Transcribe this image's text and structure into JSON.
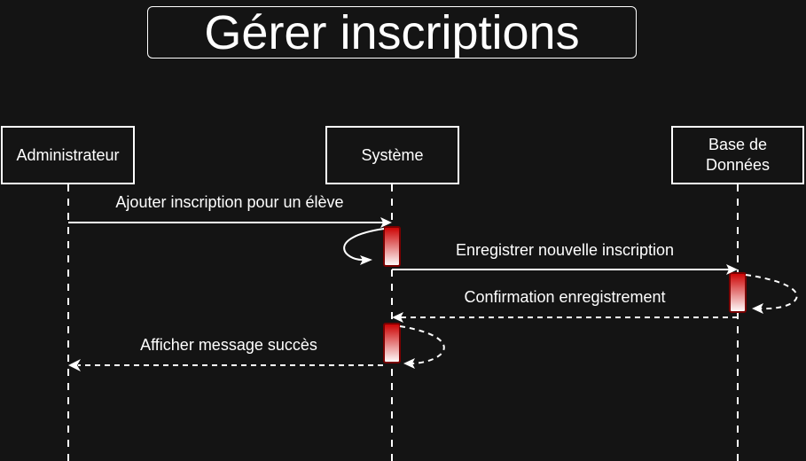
{
  "title": "Gérer inscriptions",
  "actors": {
    "admin": "Administrateur",
    "system": "Système",
    "database": "Base de Données"
  },
  "messages": [
    {
      "label": "Ajouter inscription pour un élève",
      "from": "admin",
      "to": "system",
      "style": "solid"
    },
    {
      "label": "Enregistrer nouvelle inscription",
      "from": "system",
      "to": "database",
      "style": "solid"
    },
    {
      "label": "Confirmation enregistrement",
      "from": "database",
      "to": "system",
      "style": "dashed"
    },
    {
      "label": "Afficher message succès",
      "from": "system",
      "to": "admin",
      "style": "dashed"
    }
  ],
  "colors": {
    "background": "#141414",
    "line": "#ffffff",
    "activation_top": "#cc0000",
    "activation_bottom": "#ffffff"
  }
}
